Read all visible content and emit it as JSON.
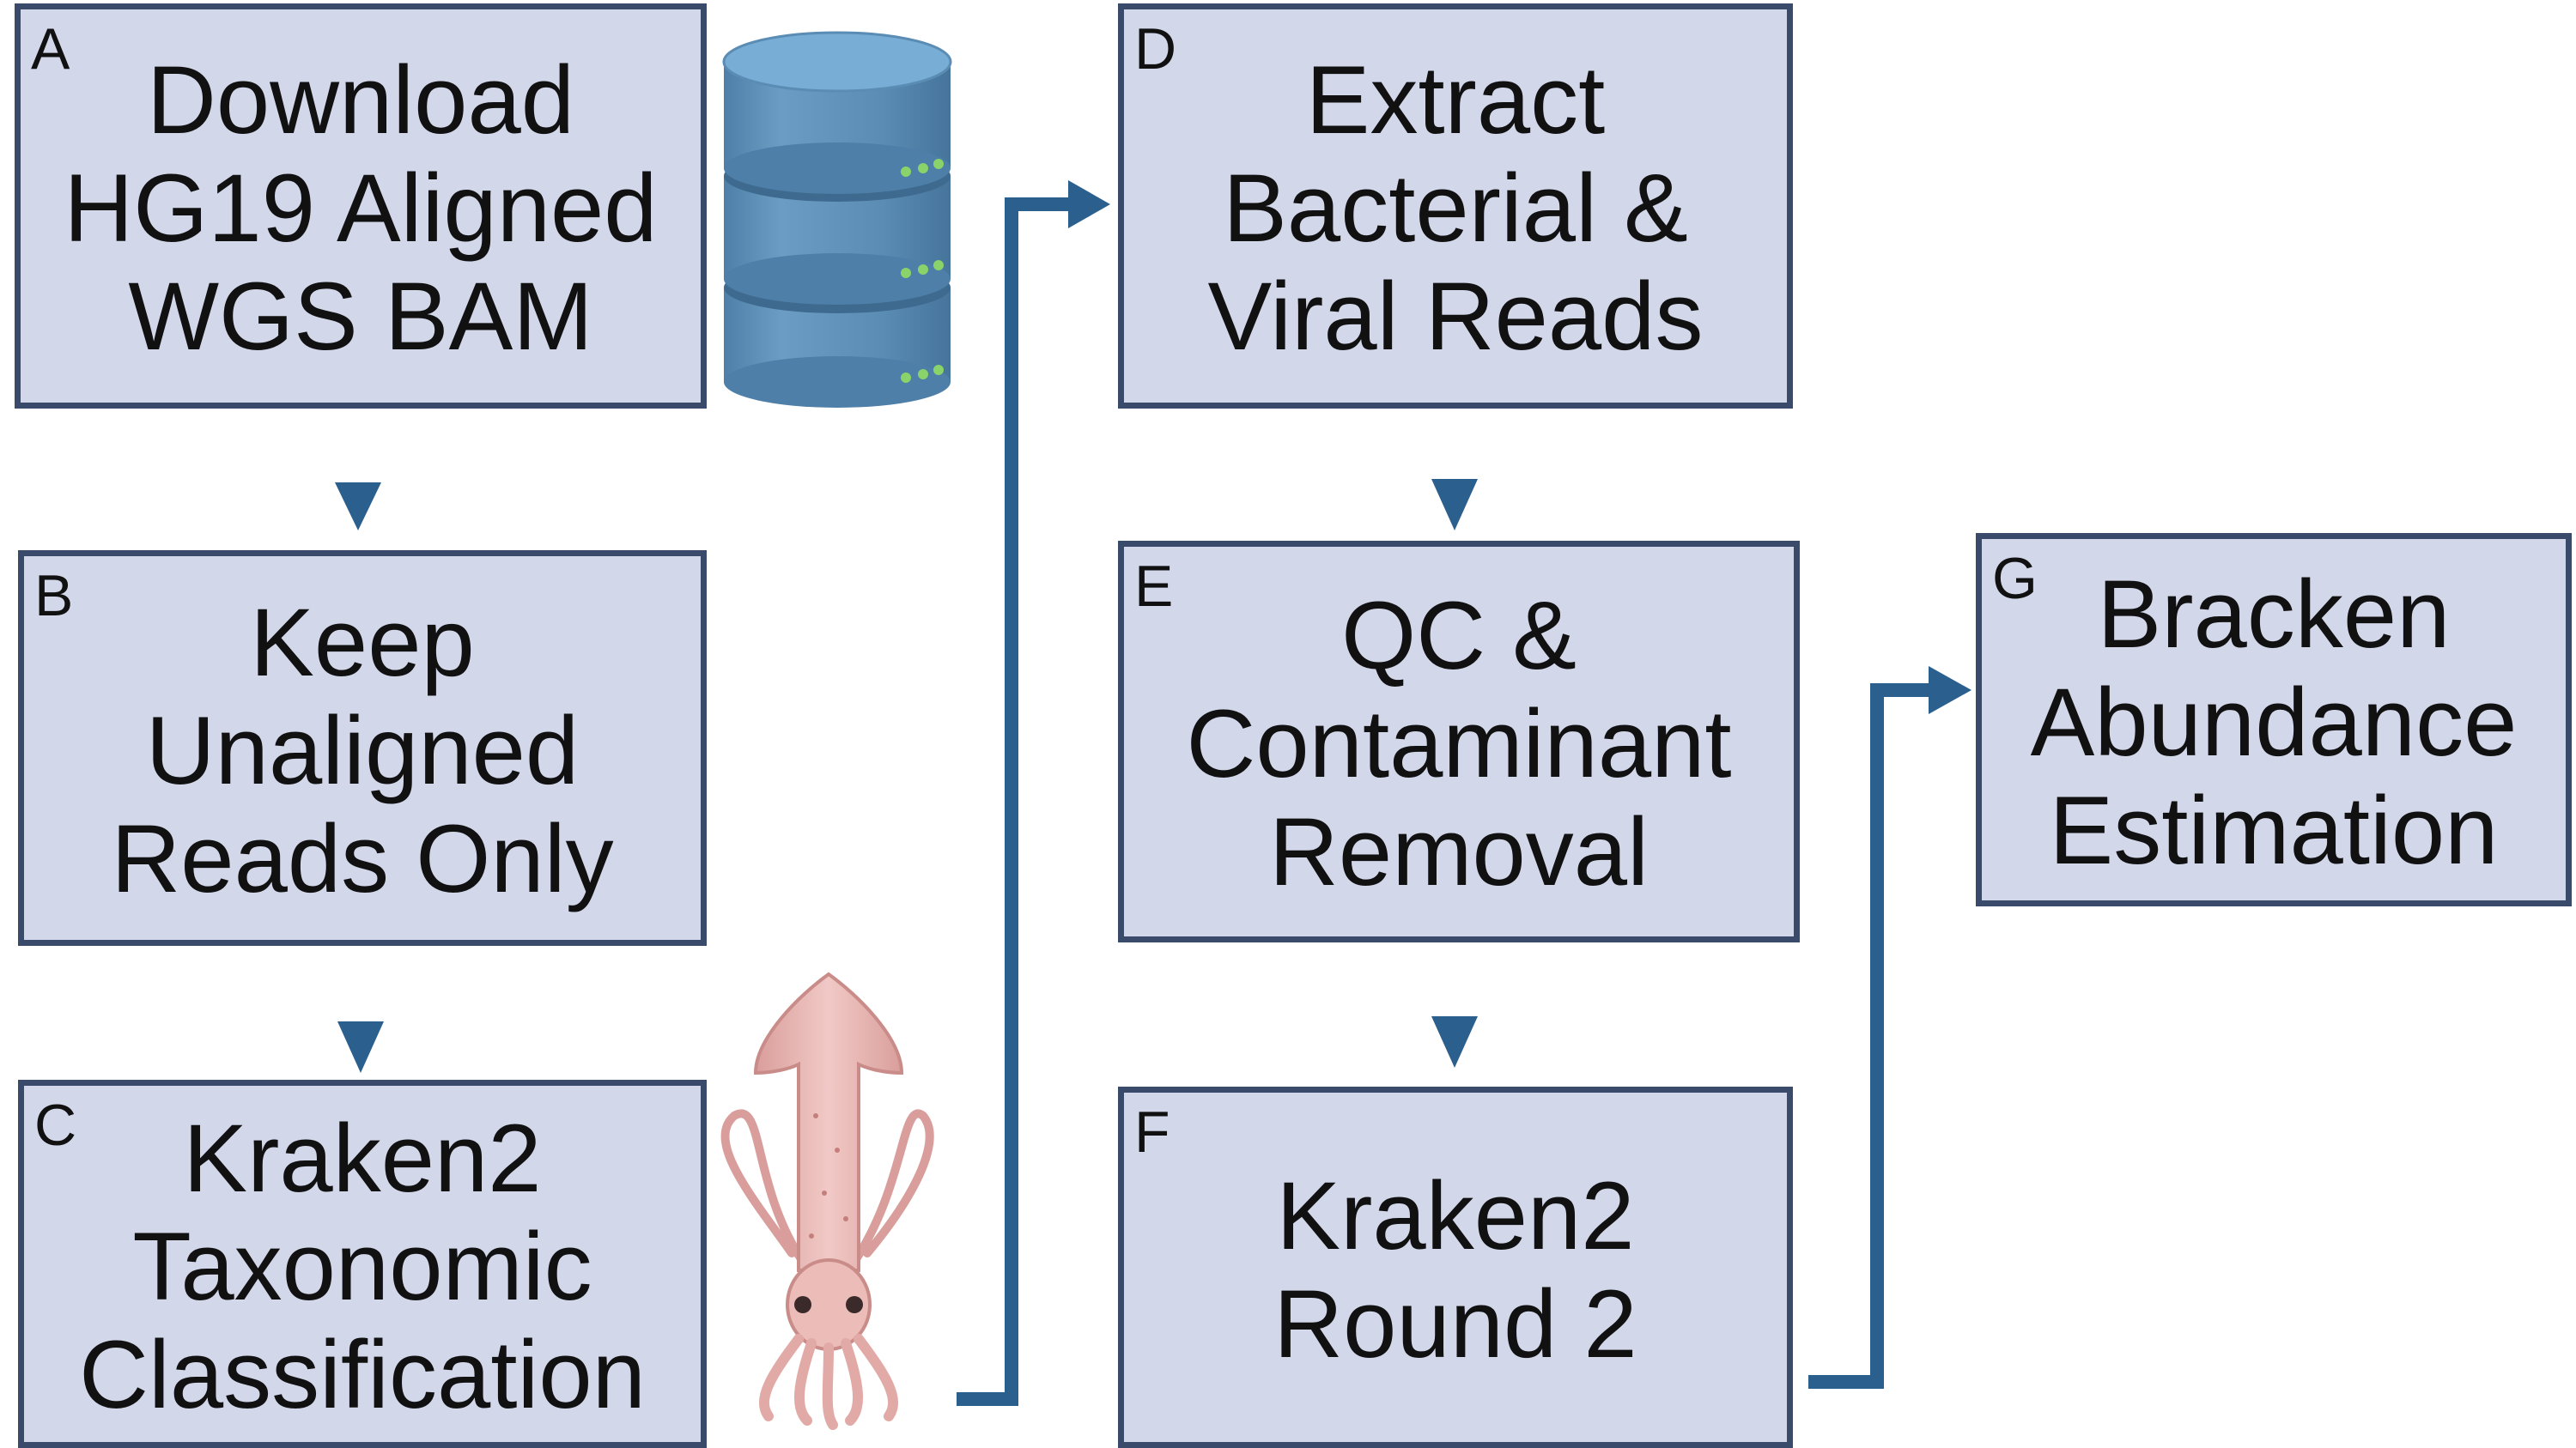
{
  "steps": [
    {
      "letter": "A",
      "text": "Download\nHG19 Aligned\nWGS BAM"
    },
    {
      "letter": "B",
      "text": "Keep\nUnaligned\nReads Only"
    },
    {
      "letter": "C",
      "text": "Kraken2\nTaxonomic\nClassification"
    },
    {
      "letter": "D",
      "text": "Extract\nBacterial &\nViral Reads"
    },
    {
      "letter": "E",
      "text": "QC &\nContaminant\nRemoval"
    },
    {
      "letter": "F",
      "text": "Kraken2\nRound 2"
    },
    {
      "letter": "G",
      "text": "Bracken\nAbundance\nEstimation"
    }
  ],
  "colors": {
    "box_fill": "#d2d7ea",
    "box_border": "#3a4a6b",
    "arrow": "#2b5f8e",
    "database": "#5b8db5",
    "squid": "#e7b6b3"
  },
  "icons": [
    "database-icon",
    "squid-icon"
  ]
}
